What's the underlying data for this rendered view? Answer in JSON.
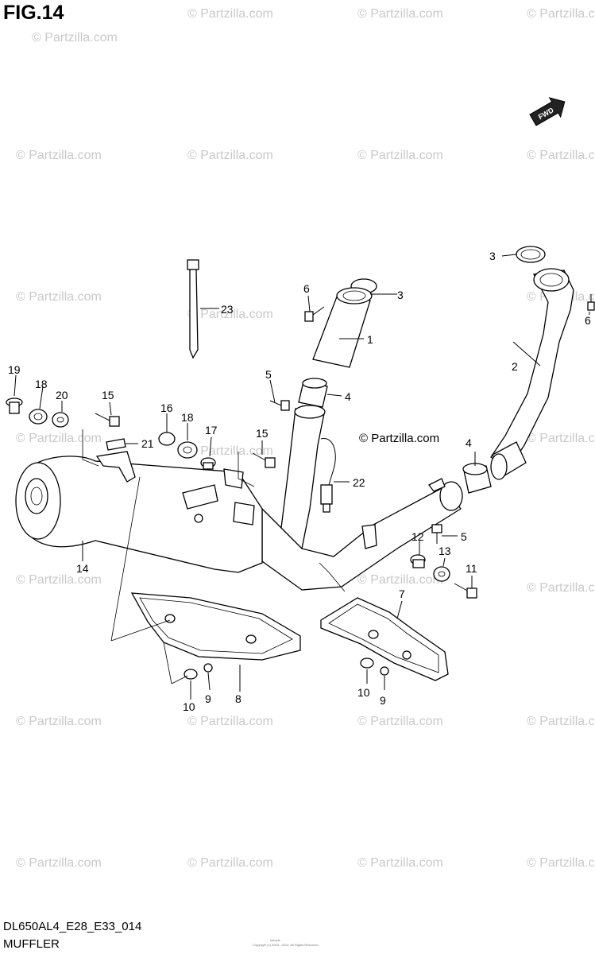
{
  "figure": {
    "title": "FIG.14",
    "model_code": "DL650AL4_E28_E33_014",
    "section_name": "MUFFLER",
    "watermark_text": "© Partzilla.com",
    "center_credit": "© Partzilla.com",
    "fwd_label": "FWD",
    "footer_note_small": "Copyright (c) 2004 - 2014, All Rights Reserved.",
    "footer_note_small2": "sample"
  },
  "callouts": [
    {
      "id": "c1",
      "label": "1"
    },
    {
      "id": "c2",
      "label": "2"
    },
    {
      "id": "c3a",
      "label": "3"
    },
    {
      "id": "c3b",
      "label": "3"
    },
    {
      "id": "c4a",
      "label": "4"
    },
    {
      "id": "c4b",
      "label": "4"
    },
    {
      "id": "c5a",
      "label": "5"
    },
    {
      "id": "c5b",
      "label": "5"
    },
    {
      "id": "c6a",
      "label": "6"
    },
    {
      "id": "c6b",
      "label": "6"
    },
    {
      "id": "c7",
      "label": "7"
    },
    {
      "id": "c8",
      "label": "8"
    },
    {
      "id": "c9a",
      "label": "9"
    },
    {
      "id": "c9b",
      "label": "9"
    },
    {
      "id": "c10a",
      "label": "10"
    },
    {
      "id": "c10b",
      "label": "10"
    },
    {
      "id": "c11",
      "label": "11"
    },
    {
      "id": "c12",
      "label": "12"
    },
    {
      "id": "c13",
      "label": "13"
    },
    {
      "id": "c14",
      "label": "14"
    },
    {
      "id": "c15a",
      "label": "15"
    },
    {
      "id": "c15b",
      "label": "15"
    },
    {
      "id": "c16",
      "label": "16"
    },
    {
      "id": "c17",
      "label": "17"
    },
    {
      "id": "c18a",
      "label": "18"
    },
    {
      "id": "c18b",
      "label": "18"
    },
    {
      "id": "c19",
      "label": "19"
    },
    {
      "id": "c20",
      "label": "20"
    },
    {
      "id": "c21",
      "label": "21"
    },
    {
      "id": "c22",
      "label": "22"
    },
    {
      "id": "c23",
      "label": "23"
    }
  ]
}
